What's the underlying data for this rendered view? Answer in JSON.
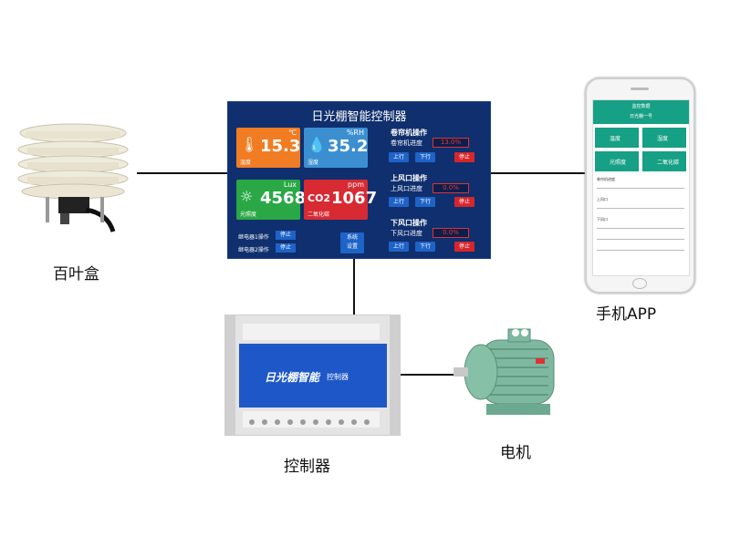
{
  "screen": {
    "title": "日光棚智能控制器",
    "tiles": [
      {
        "value": "15.3",
        "unit": "℃",
        "caption": "温度",
        "color": "#f07c23",
        "icon": "thermometer-icon"
      },
      {
        "value": "35.2",
        "unit": "%RH",
        "caption": "湿度",
        "color": "#3b8fd0",
        "icon": "humidity-icon"
      },
      {
        "value": "4568",
        "unit": "Lux",
        "caption": "光照度",
        "color": "#2aa845",
        "icon": "sun-icon"
      },
      {
        "value": "1067",
        "unit": "ppm",
        "caption": "二氧化碳",
        "color": "#d72a32",
        "icon": "co2-icon"
      }
    ],
    "co2_symbol": "CO2",
    "sections": [
      {
        "title": "卷帘机操作",
        "progress_label": "卷帘机进度",
        "progress_value": "13.0%",
        "up": "上行",
        "down": "下行",
        "stop": "停止"
      },
      {
        "title": "上风口操作",
        "progress_label": "上风口进度",
        "progress_value": "0.0%",
        "up": "上行",
        "down": "下行",
        "stop": "停止"
      },
      {
        "title": "下风口操作",
        "progress_label": "下风口进度",
        "progress_value": "0.0%",
        "up": "上行",
        "down": "下行",
        "stop": "停止"
      }
    ],
    "relays": [
      {
        "label": "继电器1操作",
        "action": "停止"
      },
      {
        "label": "继电器2操作",
        "action": "停止"
      }
    ],
    "settings_label": "系统\n设置"
  },
  "phone": {
    "header": "监控数据",
    "subheader": "日光棚一号",
    "tiles": [
      "温度",
      "湿度",
      "光照度",
      "二氧化碳"
    ],
    "rows": [
      "卷帘机进度",
      "上风口",
      "下风口"
    ]
  },
  "controller": {
    "brand": "日光棚智能",
    "model": "控制器"
  },
  "labels": {
    "shutter_box": "百叶盒",
    "phone_app": "手机APP",
    "controller": "控制器",
    "motor": "电机"
  }
}
